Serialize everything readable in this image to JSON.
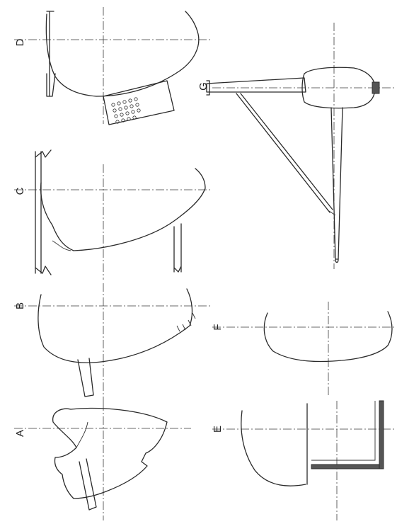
{
  "figure_labels": {
    "a": "A",
    "b": "B",
    "c": "C",
    "d": "D",
    "e": "E",
    "f": "F",
    "g": "G"
  }
}
